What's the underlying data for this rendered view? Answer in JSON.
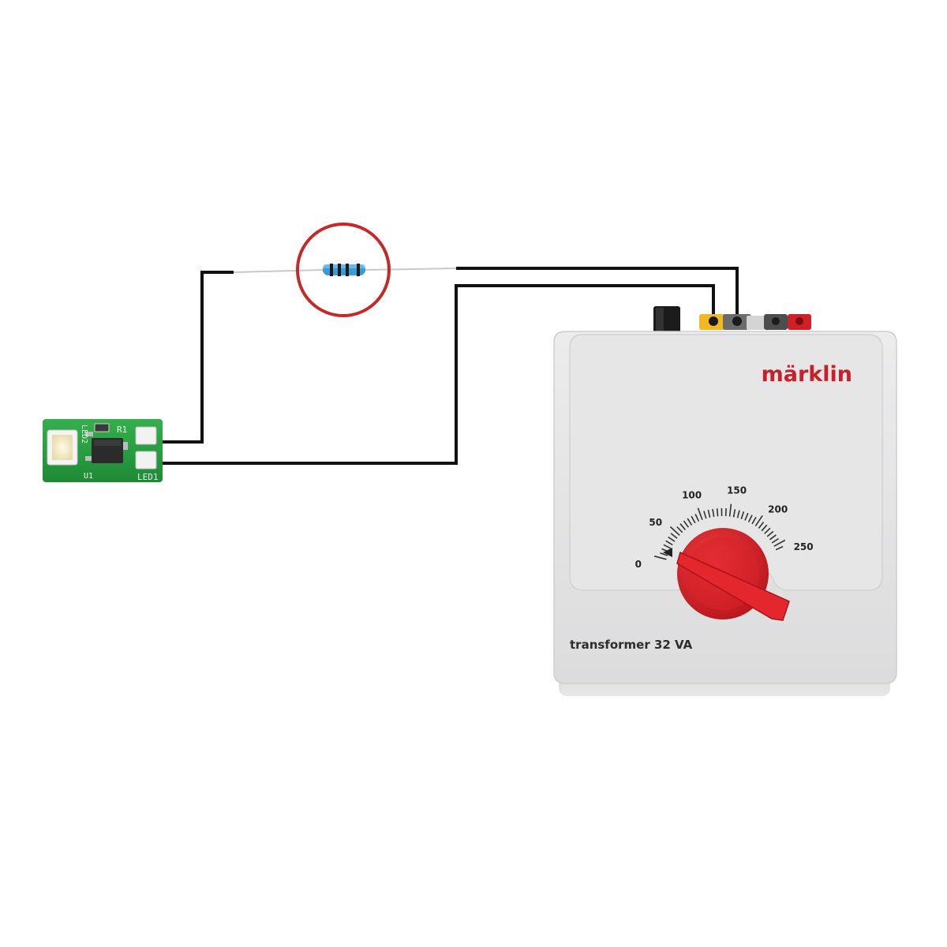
{
  "transformer": {
    "brand": "märklin",
    "model": "transformer 32 VA",
    "dial_labels": [
      "0",
      "50",
      "100",
      "150",
      "200",
      "250"
    ],
    "body_color": "#e3e3e4",
    "knob_color": "#d8232a",
    "brand_color": "#c8202a"
  },
  "pcb": {
    "labels": [
      "R1",
      "LED2",
      "U1",
      "LED1"
    ],
    "board_color": "#2aa343"
  },
  "resistor": {
    "highlight_color": "#c62828",
    "body_color": "#3a9bd6"
  },
  "wire_color": "#111111"
}
